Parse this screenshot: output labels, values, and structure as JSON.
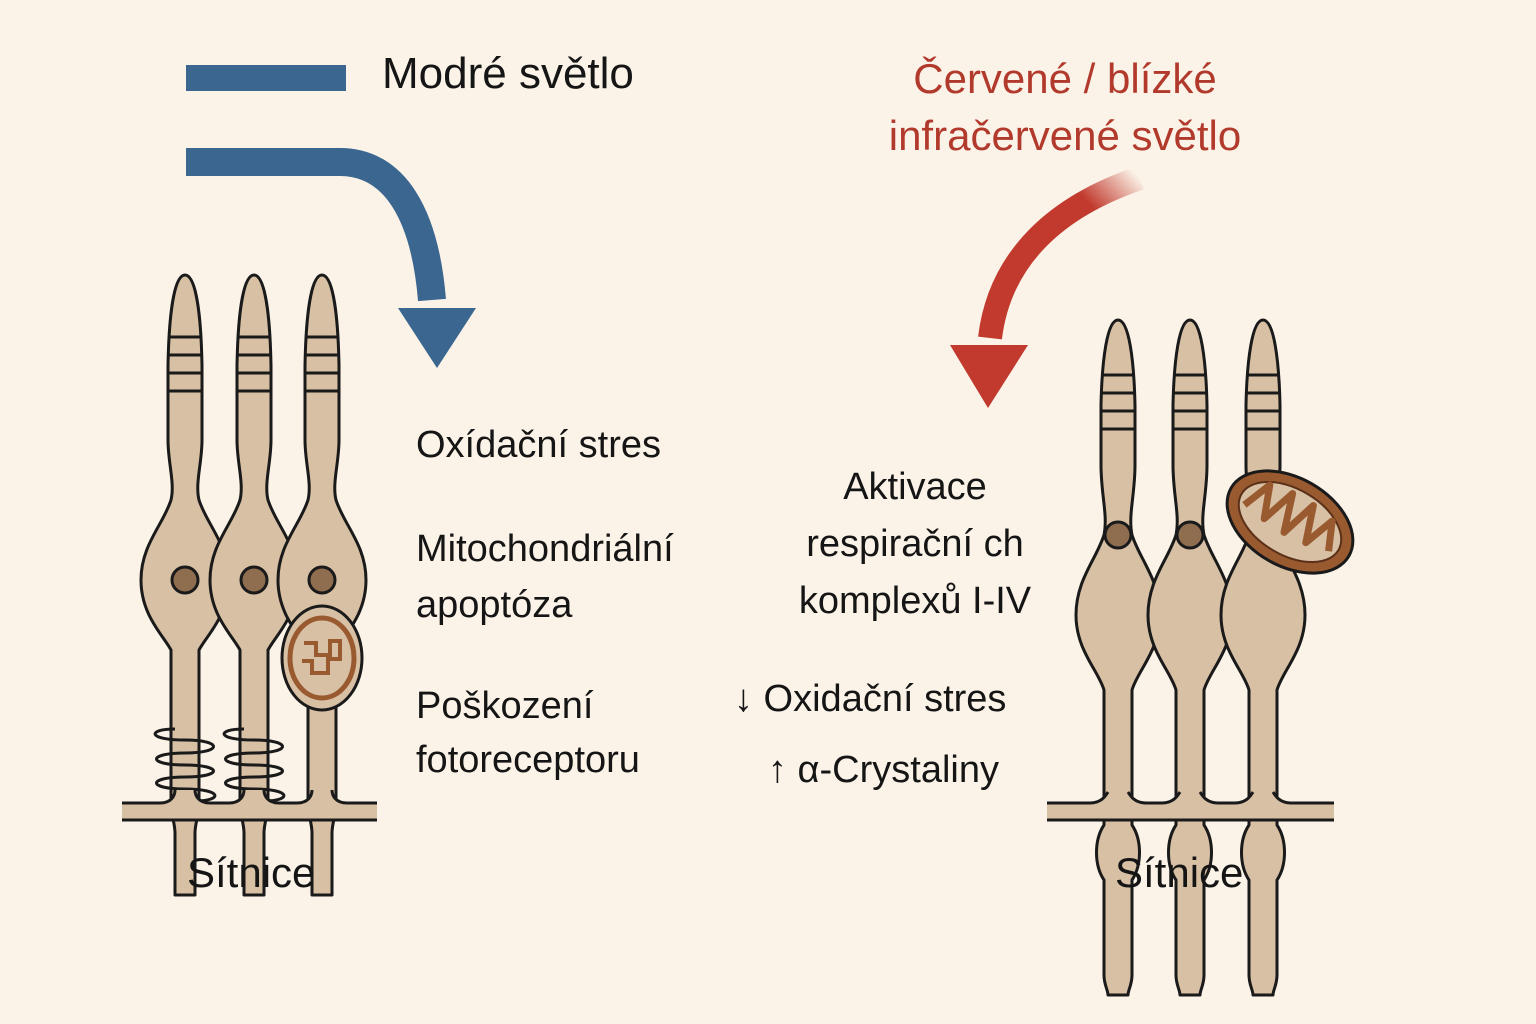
{
  "left": {
    "legend_label": "Modré světlo",
    "effects": [
      "Oxídační stres",
      "Mitochondriální",
      "apoptóza",
      "Poškození",
      "fotoreceptoru"
    ],
    "tissue_label": "Sítnice"
  },
  "right": {
    "title_line1": "Červené / blízké",
    "title_line2": "infračervené světlo",
    "effects": [
      "Aktivace",
      "respirační ch",
      "komplexů I-IV",
      "↓ Oxidační stres",
      "↑ α-Crystaliny"
    ],
    "tissue_label": "Sítnice"
  },
  "colors": {
    "background": "#fbf3e8",
    "blue_light": "#3a6690",
    "red_light": "#c23a2e",
    "cell_fill": "#d8c0a4",
    "mitochondrion": "#9a5a30",
    "outline": "#1a1a1a"
  }
}
